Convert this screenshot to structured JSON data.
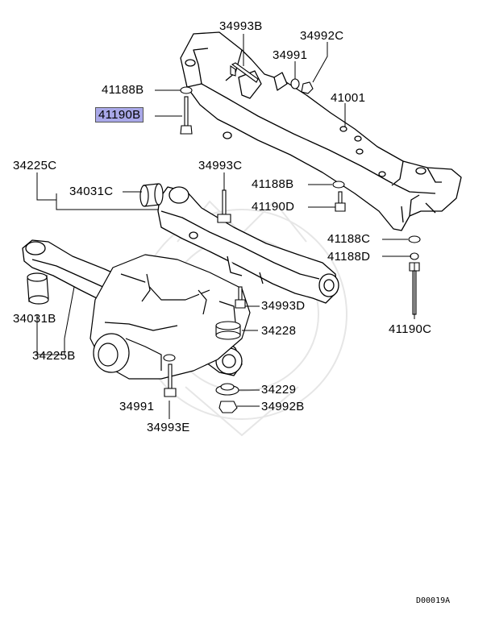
{
  "labels": {
    "p34993B": "34993B",
    "p34992C": "34992C",
    "p34991_top": "34991",
    "p41188B_top": "41188B",
    "p41190B": "41190B",
    "p41001": "41001",
    "p34225C": "34225C",
    "p34993C": "34993C",
    "p34031C": "34031C",
    "p41188B_mid": "41188B",
    "p41190D": "41190D",
    "p41188C": "41188C",
    "p41188D": "41188D",
    "p34993D": "34993D",
    "p34228": "34228",
    "p34031B": "34031B",
    "p41190C": "41190C",
    "p34225B": "34225B",
    "p34229": "34229",
    "p34992B": "34992B",
    "p34991_bot": "34991",
    "p34993E": "34993E"
  },
  "diagram_code": "D00019A",
  "colors": {
    "highlight": "#a9a8e8",
    "line": "#000000",
    "watermark": "#e4e4e4"
  }
}
